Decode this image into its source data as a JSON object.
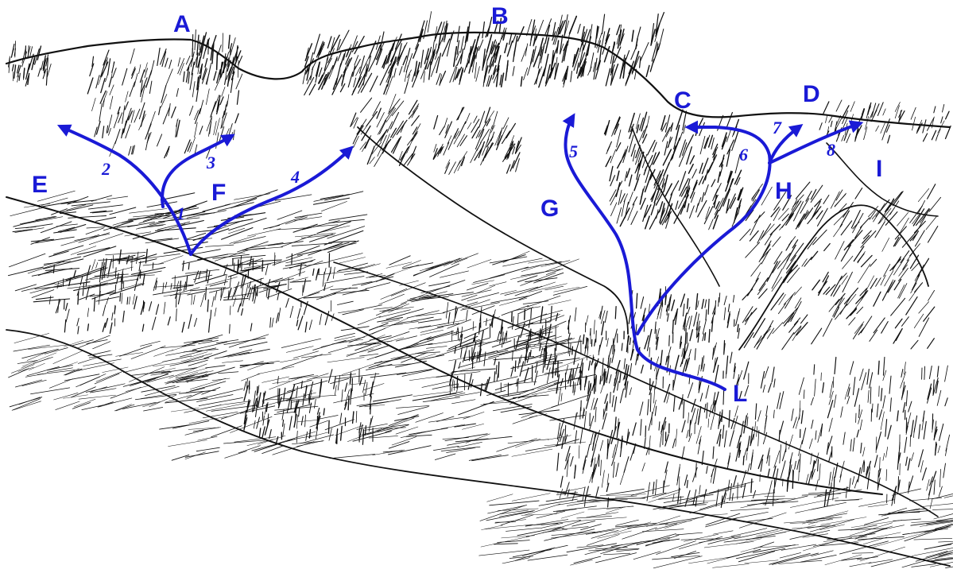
{
  "route_color": "#1a1ad6",
  "ink_color": "#111111",
  "labels": {
    "A": "A",
    "B": "B",
    "C": "C",
    "D": "D",
    "E": "E",
    "F": "F",
    "G": "G",
    "H": "H",
    "I": "I",
    "L": "L"
  },
  "routes": {
    "r1": "1",
    "r2": "2",
    "r3": "3",
    "r4": "4",
    "r5": "5",
    "r6": "6",
    "r7": "7",
    "r8": "8"
  }
}
